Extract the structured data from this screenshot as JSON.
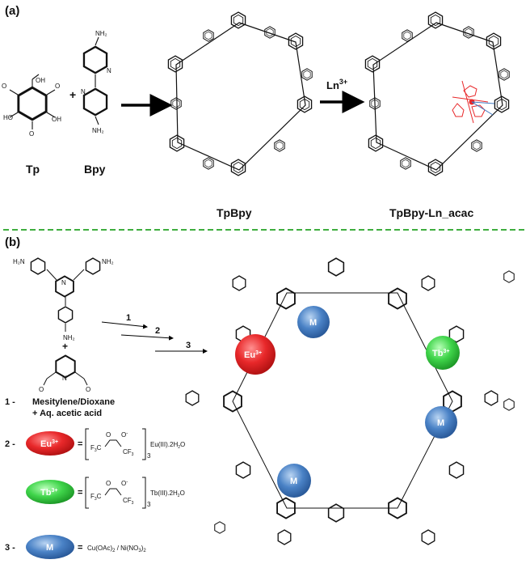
{
  "panel_a": {
    "label": "(a)",
    "reactant_1": "Tp",
    "reactant_2": "Bpy",
    "plus": "+",
    "product_1": "TpBpy",
    "reagent": "Ln",
    "reagent_charge": "3+",
    "product_2": "TpBpy-Ln_acac"
  },
  "panel_b": {
    "label": "(b)",
    "plus": "+",
    "arrow_steps": [
      "1",
      "2",
      "3"
    ],
    "step_1": {
      "num": "1 -",
      "line1": "Mesitylene/Dioxane",
      "line2": "+ Aq. acetic acid"
    },
    "step_2": {
      "num": "2 -",
      "ion": "Eu",
      "charge": "3+",
      "eq": "=",
      "salt": "Eu(III).2H",
      "salt_sub": "2",
      "salt_end": "O",
      "n": "3"
    },
    "step_tb": {
      "ion": "Tb",
      "charge": "3+",
      "eq": "=",
      "salt": "Tb(III).2H",
      "salt_sub": "2",
      "salt_end": "O",
      "n": "3"
    },
    "step_3": {
      "num": "3 -",
      "ion": "M",
      "eq": "=",
      "salt": "Cu(OAc)",
      "salt_sub": "2",
      "salt_mid": " / Ni(NO",
      "salt_sub2": "3",
      "salt_end": ")",
      "salt_sub3": "2"
    },
    "ligand_f3c": "F",
    "ligand_cf3": "CF",
    "ligand_o": "O",
    "ligand_oneg": "O",
    "network_eu": "Eu",
    "network_tb": "Tb",
    "network_m": "M",
    "charge": "3+"
  },
  "colors": {
    "eu": "#e8282a",
    "tb": "#3fd44a",
    "m": "#3f78c0",
    "divider": "#3fae3f",
    "arrow": "#000000",
    "ln_complex": "#e8282a"
  }
}
